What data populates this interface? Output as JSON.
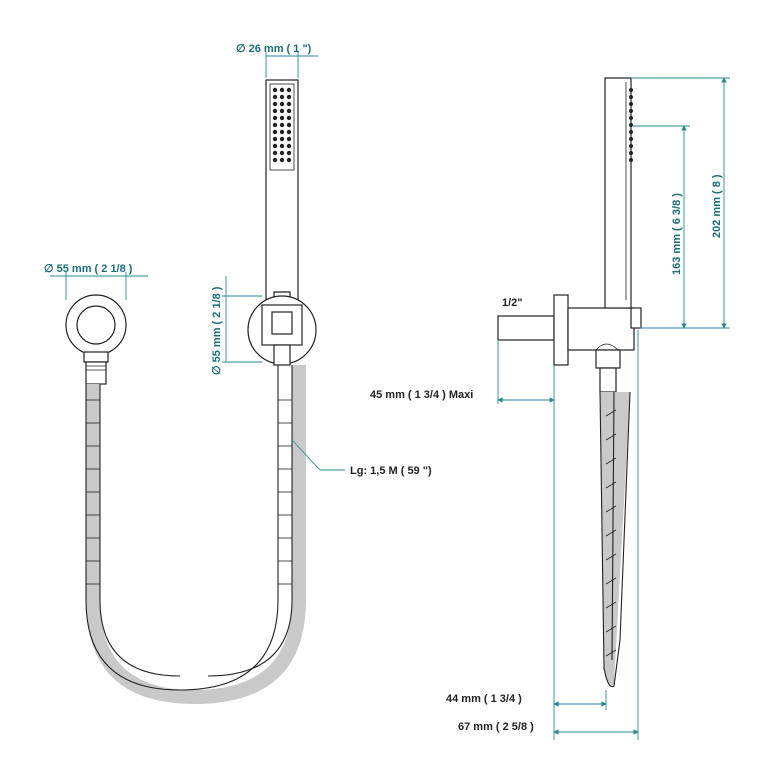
{
  "dimensions": {
    "head_diameter": "∅ 26 mm ( 1 \")",
    "wall_plate_diameter": "∅ 55 mm ( 2 1/8 )",
    "holder_diameter": "∅ 55 mm ( 2 1/8 )",
    "hose_length": "Lg: 1,5 M ( 59 \")",
    "thread": "1/2\"",
    "projection_max": "45 mm ( 1 3/4 )  Maxi",
    "height_163": "163 mm ( 6 3/8 )",
    "height_202": "202 mm ( 8 )",
    "depth_44": "44 mm ( 1 3/4 )",
    "depth_67": "67 mm ( 2 5/8 )"
  },
  "colors": {
    "dimension": "#1b6e78",
    "outline": "#222222",
    "hose": "#c9c9c9"
  }
}
